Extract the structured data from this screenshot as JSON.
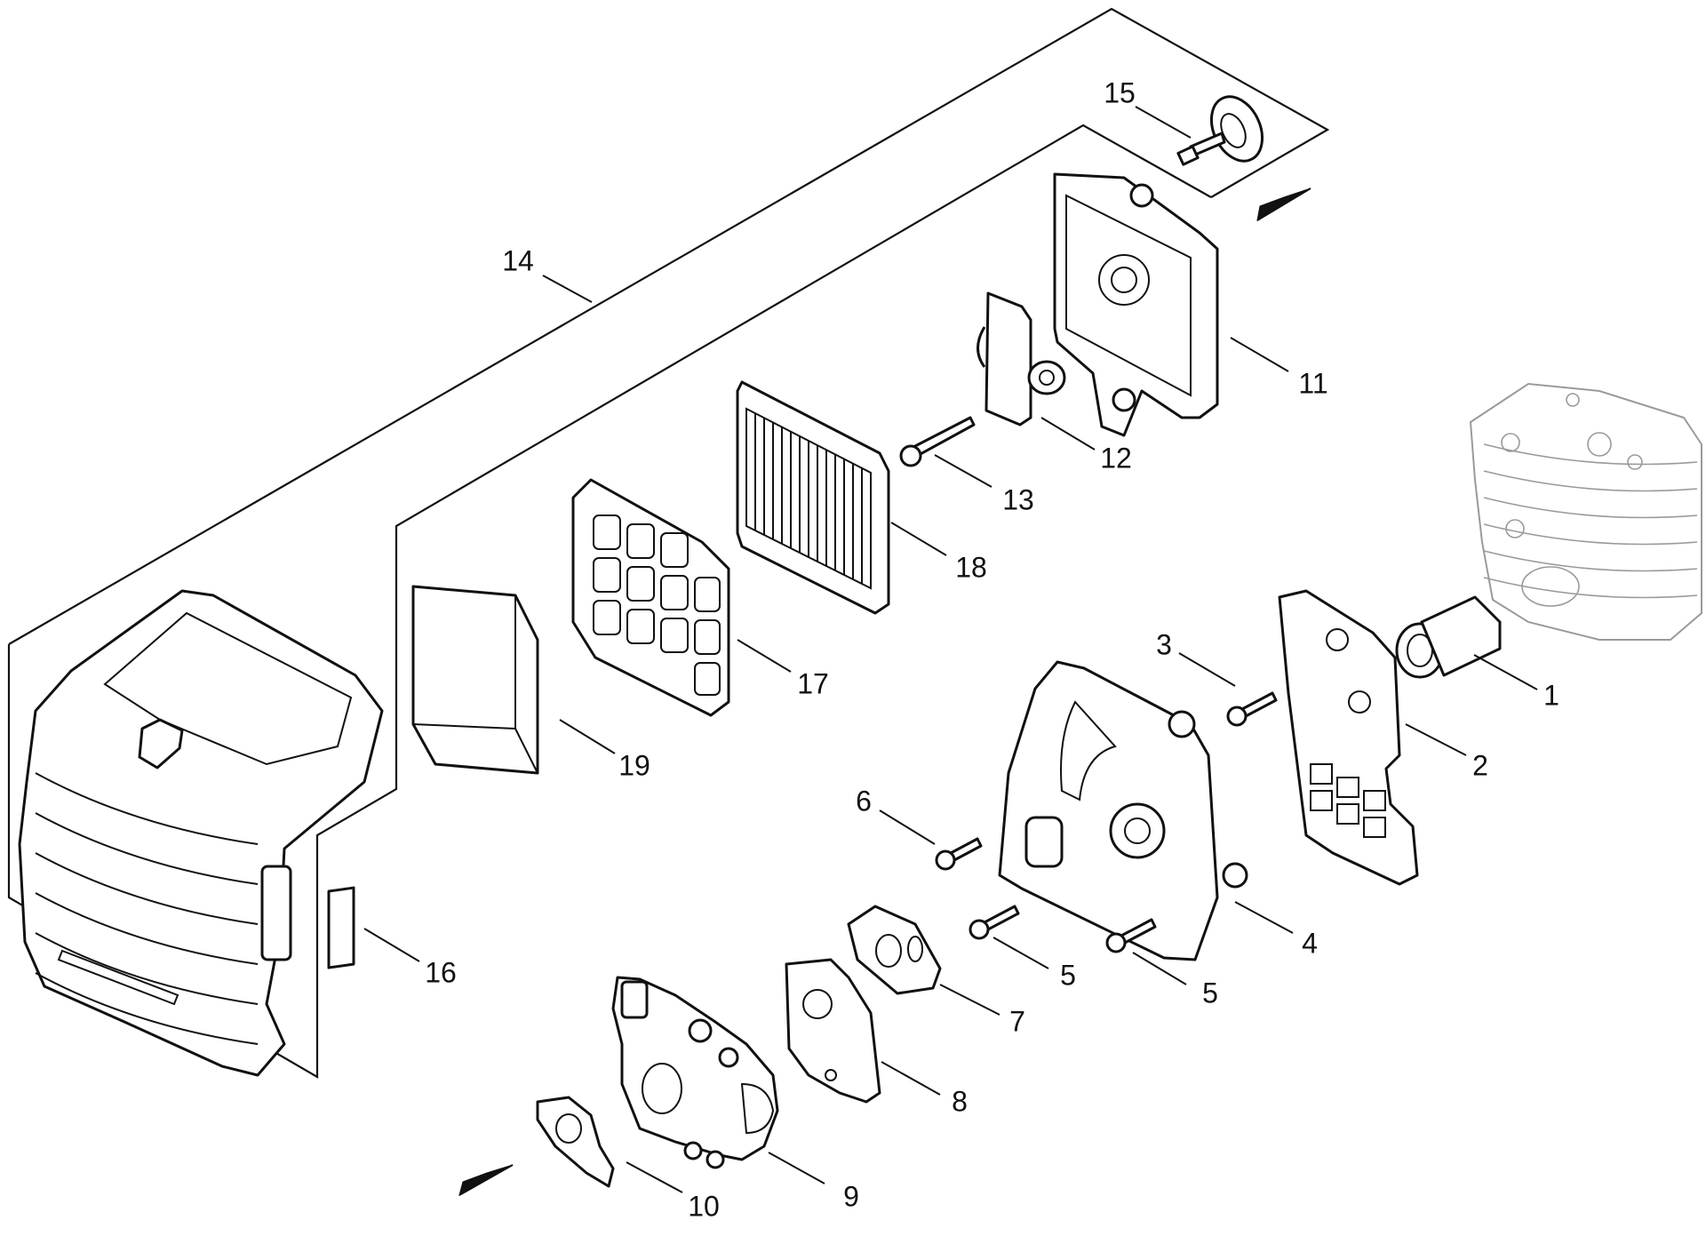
{
  "diagram": {
    "callouts": [
      {
        "id": "1",
        "text": "1"
      },
      {
        "id": "2",
        "text": "2"
      },
      {
        "id": "3",
        "text": "3"
      },
      {
        "id": "4",
        "text": "4"
      },
      {
        "id": "5a",
        "text": "5"
      },
      {
        "id": "5b",
        "text": "5"
      },
      {
        "id": "6",
        "text": "6"
      },
      {
        "id": "7",
        "text": "7"
      },
      {
        "id": "8",
        "text": "8"
      },
      {
        "id": "9",
        "text": "9"
      },
      {
        "id": "10",
        "text": "10"
      },
      {
        "id": "11",
        "text": "11"
      },
      {
        "id": "12",
        "text": "12"
      },
      {
        "id": "13",
        "text": "13"
      },
      {
        "id": "14",
        "text": "14"
      },
      {
        "id": "15",
        "text": "15"
      },
      {
        "id": "16",
        "text": "16"
      },
      {
        "id": "17",
        "text": "17"
      },
      {
        "id": "18",
        "text": "18"
      },
      {
        "id": "19",
        "text": "19"
      }
    ]
  }
}
